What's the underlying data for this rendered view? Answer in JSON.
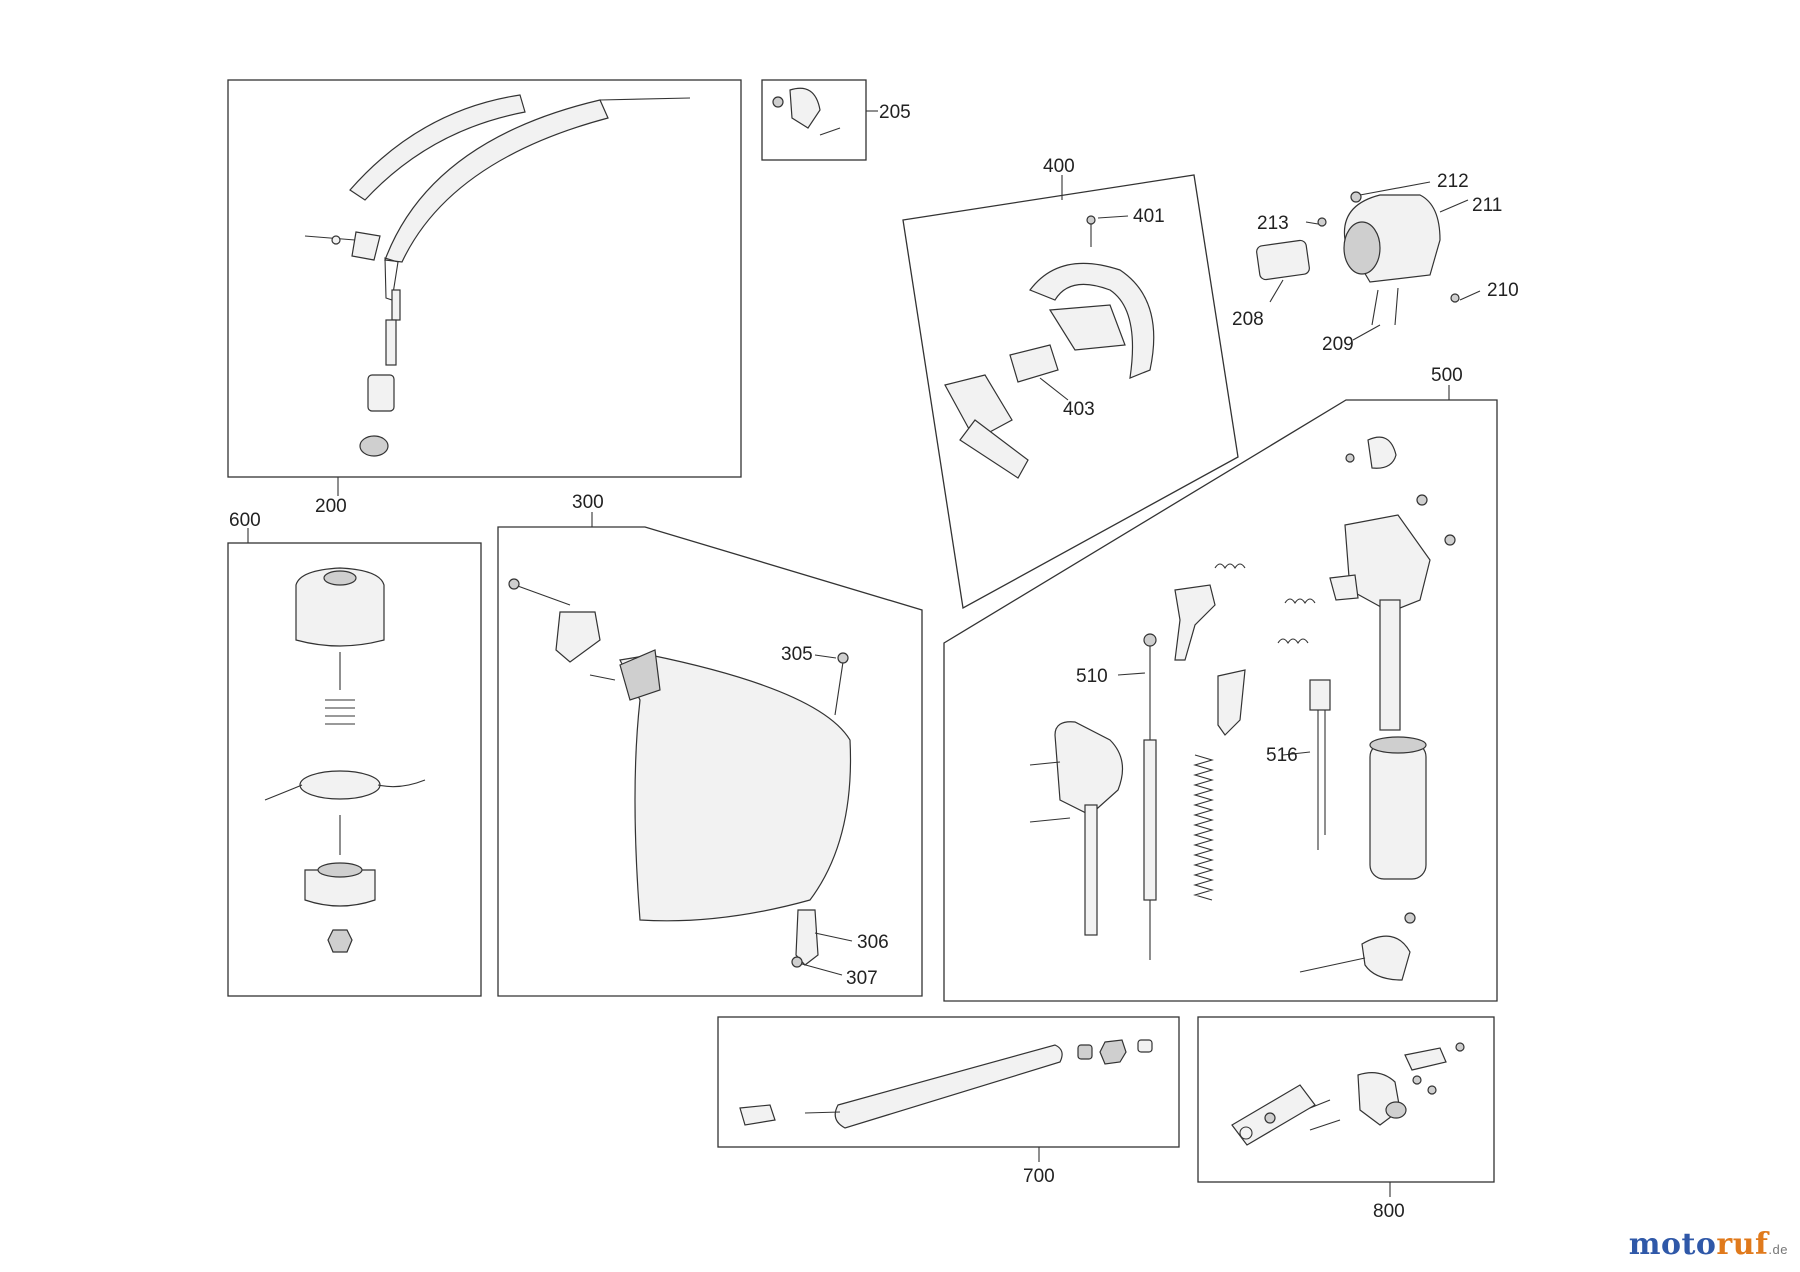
{
  "groups": {
    "g200": "200",
    "g205": "205",
    "g300": "300",
    "g400": "400",
    "g500": "500",
    "g600": "600",
    "g700": "700",
    "g800": "800"
  },
  "parts": {
    "p208": "208",
    "p209": "209",
    "p210": "210",
    "p211": "211",
    "p212": "212",
    "p213": "213",
    "p305": "305",
    "p306": "306",
    "p307": "307",
    "p401": "401",
    "p403": "403",
    "p510": "510",
    "p516": "516"
  },
  "logo": {
    "first": "moto",
    "second": "ruf",
    "suffix": ".de"
  }
}
